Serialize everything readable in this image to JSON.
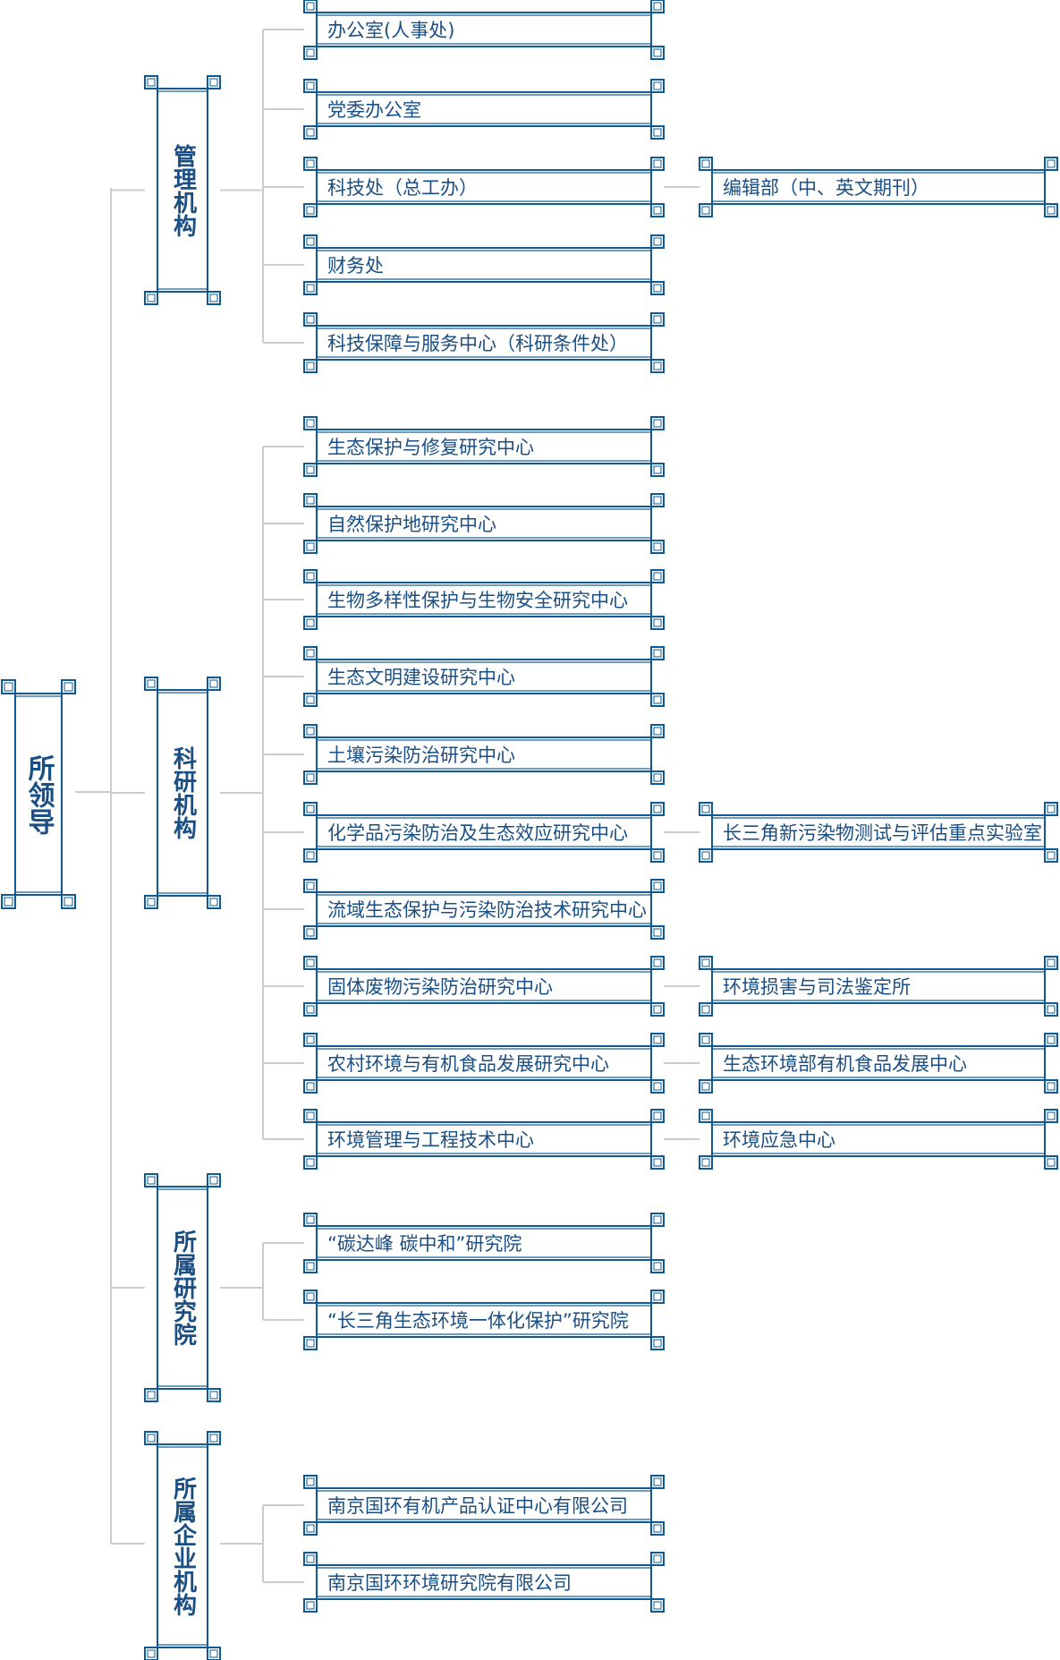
{
  "colors": {
    "border": "#0f5a94",
    "text": "#1a4f84",
    "connector": "#c9cdd2"
  },
  "root": {
    "label": "所领导"
  },
  "categories": [
    {
      "label": "管理机构",
      "units": [
        {
          "label": "办公室(人事处)"
        },
        {
          "label": "党委办公室"
        },
        {
          "label": "科技处（总工办）",
          "sub": "编辑部（中、英文期刊）"
        },
        {
          "label": "财务处"
        },
        {
          "label": "科技保障与服务中心（科研条件处）"
        }
      ]
    },
    {
      "label": "科研机构",
      "units": [
        {
          "label": "生态保护与修复研究中心"
        },
        {
          "label": "自然保护地研究中心"
        },
        {
          "label": "生物多样性保护与生物安全研究中心"
        },
        {
          "label": "生态文明建设研究中心"
        },
        {
          "label": "土壤污染防治研究中心"
        },
        {
          "label": "化学品污染防治及生态效应研究中心",
          "sub": "长三角新污染物测试与评估重点实验室"
        },
        {
          "label": "流域生态保护与污染防治技术研究中心"
        },
        {
          "label": "固体废物污染防治研究中心",
          "sub": "环境损害与司法鉴定所"
        },
        {
          "label": "农村环境与有机食品发展研究中心",
          "sub": "生态环境部有机食品发展中心"
        },
        {
          "label": "环境管理与工程技术中心",
          "sub": "环境应急中心"
        }
      ]
    },
    {
      "label": "所属研究院",
      "units": [
        {
          "label": "“碳达峰 碳中和”研究院"
        },
        {
          "label": "“长三角生态环境一体化保护”研究院"
        }
      ]
    },
    {
      "label": "所属企业机构",
      "units": [
        {
          "label": "南京国环有机产品认证中心有限公司"
        },
        {
          "label": "南京国环环境研究院有限公司"
        }
      ]
    }
  ]
}
